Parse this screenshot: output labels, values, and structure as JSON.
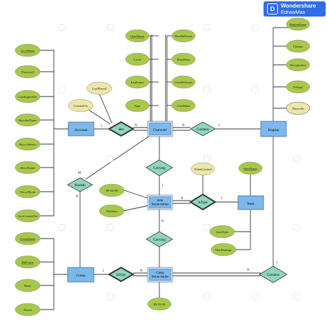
{
  "brand": {
    "line1": "Wondershare",
    "line2": "EdrawMax",
    "accent": "#2f6ee8"
  },
  "colors": {
    "attribute": "#a8c84a",
    "attribute_pale": "#ece6a9",
    "relationship": "#8fd6bf",
    "entity": "#7db8ea",
    "entity_stroke": "#3a6fa8",
    "line": "#333333"
  },
  "entities": {
    "account": "Account",
    "character": "Character",
    "region": "Region",
    "item": "Item",
    "item_instantiation": "Item\nInstan tiation",
    "creep": "Creep",
    "creep_instantiation": "Creep\nInstan tiation"
  },
  "relationships": {
    "has": "Has",
    "contains_top": "Contains",
    "carrying_top": "Carrying",
    "istype_item": "IsType",
    "raidsin": "RaidsIn",
    "carrying_bottom": "Carrying",
    "istype_creep": "IsType",
    "contains_bottom": "Contains"
  },
  "attributes": {
    "acctname": "AcctName",
    "password": "Password",
    "lastsignedon": "LastSignedOn",
    "shscribename": "ShscribeName",
    "shscribeaddress": "ShscrAddress",
    "shscribeemail": "ShscrEmail",
    "shscribephone": "ShscrPhone",
    "acctcreatedon": "AcctCreatedOn",
    "lastplayed": "LastPlayed",
    "createdon": "CreatedOn",
    "charname": "CharName",
    "level": "Level",
    "exppoints": "ExpPoints",
    "type": "Type",
    "maxhitpoints": "MaxHitPoints",
    "maxmana": "MaxMana",
    "currhitpoints": "CurrHitPoints",
    "currmana": "CurrMana",
    "regionname": "RegionName",
    "climate": "Climate",
    "precipitation": "Precipitation",
    "foliage": "Foliage",
    "playersin": "PlayersIn",
    "whencreated": "WhenCreated",
    "itemname": "ItemName",
    "item_idnum": "ID-NUM",
    "modifier": "Modifier",
    "itemtype": "ItemType",
    "itemdamage": "ItemDamage",
    "creepname": "CreepName",
    "hitpoints": "HitPoints",
    "mana": "Mana",
    "attack": "Attack",
    "creep_idnum": "ID-NUM"
  },
  "cardinalities": {
    "has_left": "1",
    "has_right": "N",
    "contains_left": "N",
    "contains_right": "1",
    "raids_top": "M",
    "raids_bottom": "N",
    "carry_top": "1",
    "carry_bottom": "N",
    "istype_left": "N",
    "istype_right": "1",
    "creep_istype_left": "1",
    "creep_istype_right": "N",
    "contains2_left": "N",
    "contains2_right": "1"
  }
}
